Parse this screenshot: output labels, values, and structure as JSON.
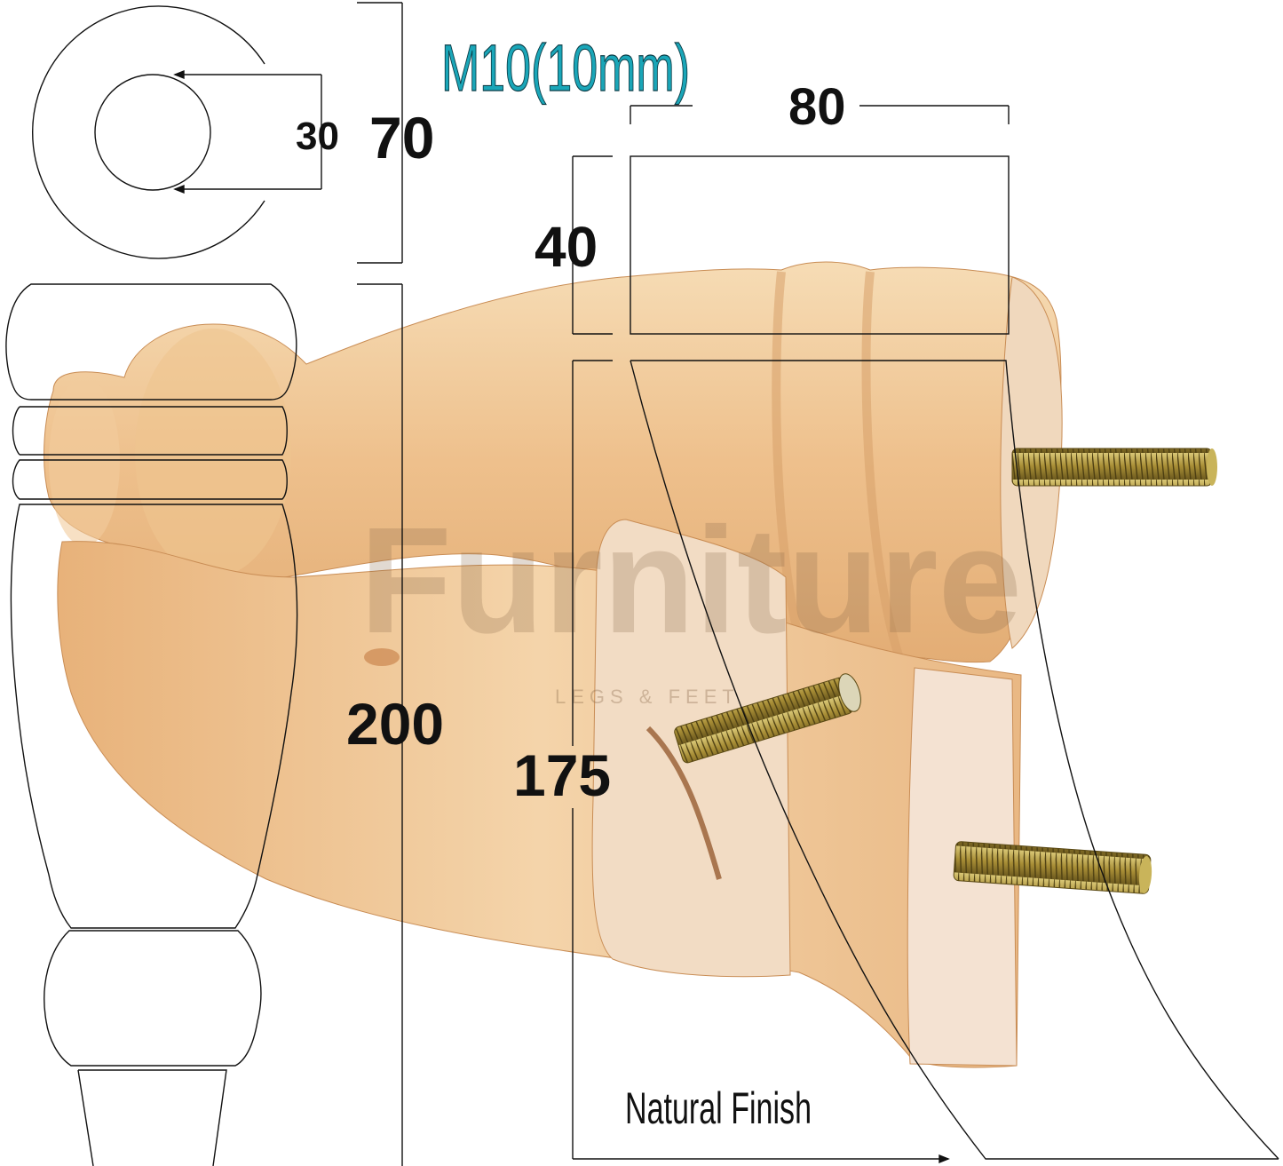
{
  "labels": {
    "thread_size": "M10(10mm)",
    "inner_diameter": "30",
    "outer_diameter": "70",
    "width": "80",
    "thickness": "40",
    "total_height": "200",
    "leg_height": "175",
    "finish": "Natural Finish"
  },
  "watermark": {
    "brand": "Furniture",
    "tagline": "LEGS & FEET"
  },
  "colors": {
    "wood_light": "#f3d2a6",
    "wood_mid": "#e8b884",
    "wood_dark": "#d39a62",
    "end_grain": "#f2dcc8",
    "bolt": "#b8a24a",
    "outline": "#111111",
    "thread_text": "#1aa6b8"
  }
}
